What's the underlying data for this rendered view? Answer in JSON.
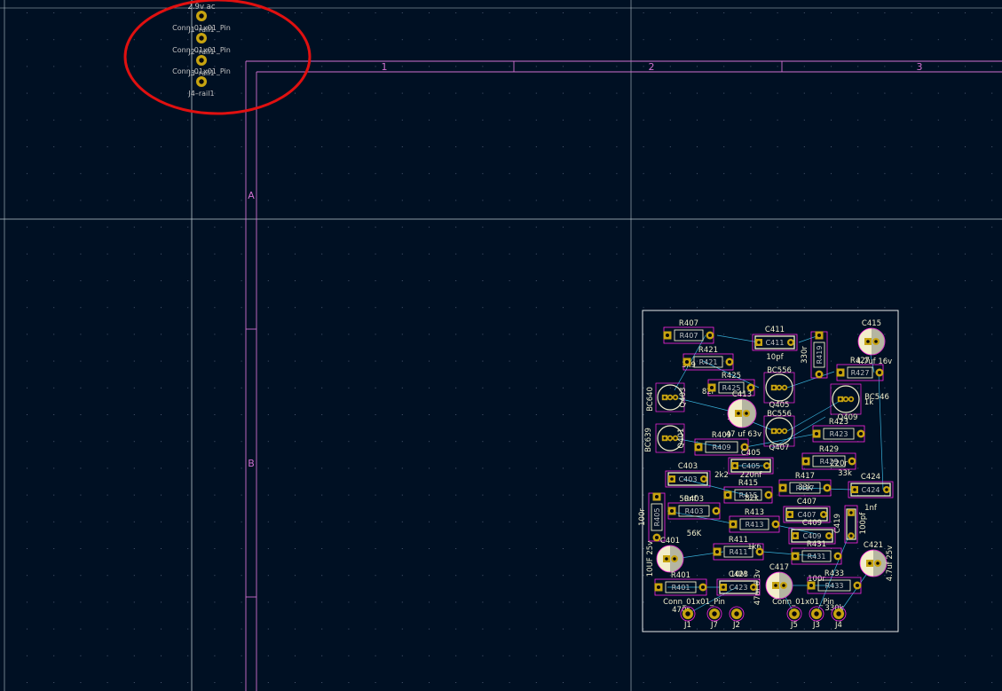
{
  "colors": {
    "background": "#001023",
    "grid_dot": "#4a5870",
    "crosshair": "#b8c4cc",
    "frame": "#d070d0",
    "silk": "#f2eecb",
    "courtyard": "#ff26e2",
    "fab": "#a0a0a0",
    "pad": "#c8a410",
    "pad_hole": "#0a0a0a",
    "ratsnest": "#38b0d8",
    "board_outline": "#e8e8e8",
    "fab_text": "#c2c2c2",
    "highlight": "#e01010"
  },
  "sheet": {
    "columns": [
      "1",
      "2",
      "3"
    ],
    "rows": [
      "A",
      "B"
    ]
  },
  "offboard": {
    "top_label": "2.9v ac",
    "labels": [
      "J1–rail1",
      "Conn_01x01_Pin",
      "J2–rail1",
      "Conn_01x01_Pin",
      "J3–rail1",
      "Conn_01x01_Pin",
      "J4–rail1"
    ]
  },
  "components": {
    "R407": {
      "ref": "R407",
      "value": "3k9"
    },
    "C411": {
      "ref": "C411",
      "value": "10pf"
    },
    "C415": {
      "ref": "C415",
      "value": "4.7uf 16v"
    },
    "R419": {
      "ref": "R419",
      "value": "330r"
    },
    "R421": {
      "ref": "R421",
      "value": "82r"
    },
    "R427": {
      "ref": "R427",
      "value": "1k"
    },
    "R425": {
      "ref": "R425",
      "value": "1k"
    },
    "Q405": {
      "ref": "Q405",
      "value": "BC556"
    },
    "Q403": {
      "ref": "Q403",
      "value": "BC640"
    },
    "C413": {
      "ref": "C413",
      "value": "47 uf 63v"
    },
    "Q407": {
      "ref": "Q407",
      "value": "BC556"
    },
    "Q409": {
      "ref": "Q409",
      "value": "BC546"
    },
    "Q401": {
      "ref": "Q401",
      "value": "BC639"
    },
    "R409": {
      "ref": "R409",
      "value": "2k2"
    },
    "R423": {
      "ref": "R423",
      "value": "220r"
    },
    "C405": {
      "ref": "C405",
      "value": "220nf"
    },
    "R429": {
      "ref": "R429",
      "value": "33k"
    },
    "C403": {
      "ref": "C403",
      "value": "50nf"
    },
    "R417": {
      "ref": "R417",
      "value": "33k"
    },
    "C424": {
      "ref": "C424",
      "value": "1nf"
    },
    "R415": {
      "ref": "R415",
      "value": "82k"
    },
    "C407": {
      "ref": "C407",
      "value": ""
    },
    "R405": {
      "ref": "R405",
      "value": "100r"
    },
    "R403": {
      "ref": "R403",
      "value": "56K"
    },
    "R413": {
      "ref": "R413",
      "value": "1k6"
    },
    "C409": {
      "ref": "C409",
      "value": ""
    },
    "C419": {
      "ref": "C419",
      "value": "100pf"
    },
    "C401": {
      "ref": "C401",
      "value": "10UF 25v"
    },
    "R411": {
      "ref": "R411",
      "value": "10M"
    },
    "R431": {
      "ref": "R431",
      "value": "100r"
    },
    "C421": {
      "ref": "C421",
      "value": "4.7uf 25v"
    },
    "C417": {
      "ref": "C417",
      "value": "47uf 6.3v"
    },
    "R401": {
      "ref": "R401",
      "value": "470r"
    },
    "C423": {
      "ref": "C423",
      "value": ""
    },
    "R433": {
      "ref": "R433",
      "value": "330k"
    }
  },
  "connectors": {
    "row_label_left": "Conn_01x01_Pin",
    "row_label_right": "Conn_01x01_Pin",
    "pins": [
      "J1",
      "J7",
      "J2",
      "J5",
      "J3",
      "J4"
    ]
  }
}
